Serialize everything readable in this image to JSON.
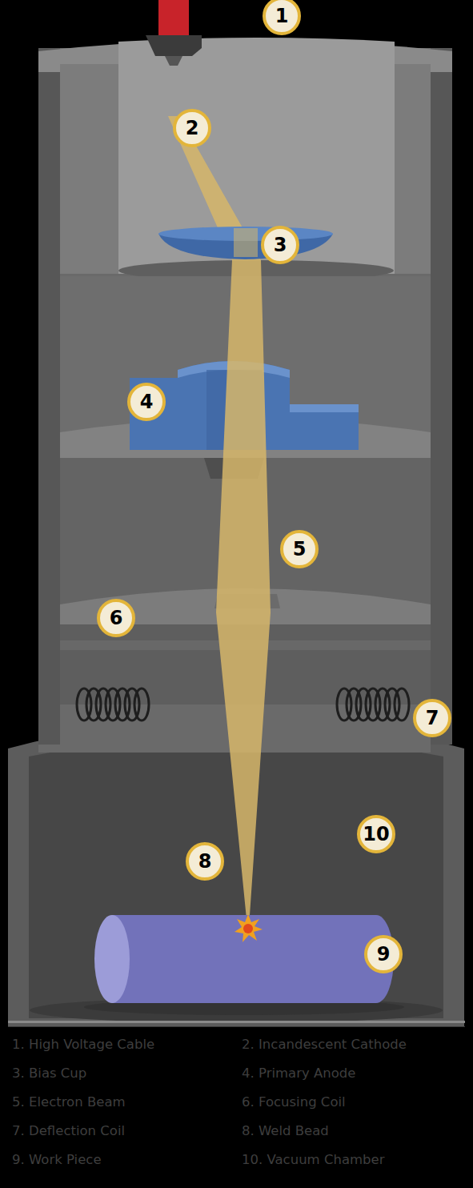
{
  "diagram": {
    "labels": [
      "1",
      "2",
      "3",
      "4",
      "5",
      "6",
      "7",
      "8",
      "9",
      "10",
      "1. High Voltage Cable",
      "2. Incandescent Cathode",
      "3. Bias Cup",
      "4. Primary Anode",
      "5. Electron Beam",
      "6. Focusing Coil",
      "7. Deflection Coil",
      "8. Weld Bead",
      "9. Work Piece",
      "10. Vacuum Chamber"
    ]
  }
}
